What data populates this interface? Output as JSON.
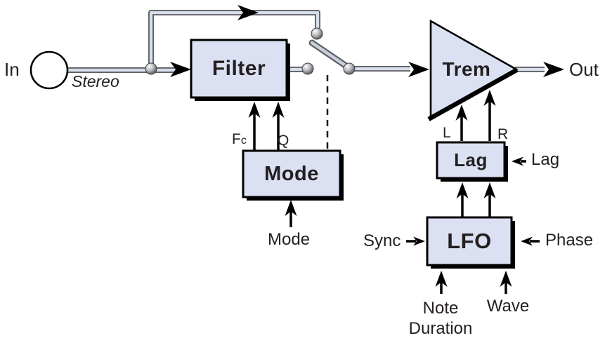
{
  "diagram": {
    "io": {
      "in": "In",
      "out": "Out",
      "stereo": "Stereo"
    },
    "blocks": {
      "filter": {
        "label": "Filter"
      },
      "mode": {
        "label": "Mode"
      },
      "trem": {
        "label": "Trem"
      },
      "lag": {
        "label": "Lag"
      },
      "lfo": {
        "label": "LFO"
      }
    },
    "params": {
      "fc_main": "F",
      "fc_sub": "c",
      "q": "Q",
      "mode": "Mode",
      "l": "L",
      "r": "R",
      "lag": "Lag",
      "sync": "Sync",
      "phase": "Phase",
      "note_line1": "Note",
      "note_line2": "Duration",
      "wave": "Wave"
    },
    "colors": {
      "block_fill": "#dbe1f2",
      "outline": "#000000",
      "tube_dark": "#5f6164",
      "tube_light": "#d7deec",
      "text": "#231f20"
    }
  }
}
